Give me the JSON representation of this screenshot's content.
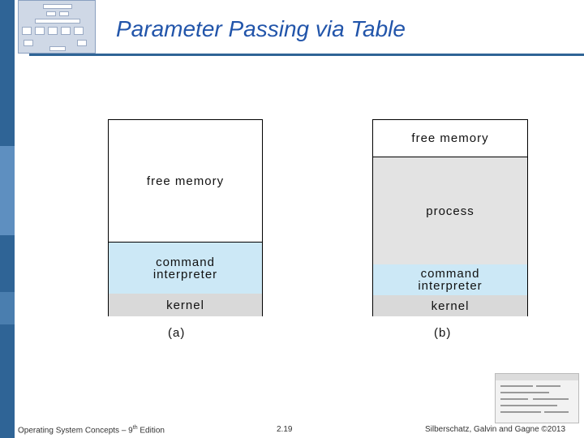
{
  "slide": {
    "title": "Parameter Passing via Table",
    "footer_left": "Operating System Concepts – 9",
    "footer_left_sup": "th",
    "footer_left_tail": " Edition",
    "footer_center": "2.19",
    "footer_right": "Silberschatz, Galvin and Gagne ©2013"
  },
  "diagram_a": {
    "caption": "(a)",
    "segments": [
      {
        "label": "free memory",
        "color": "#ffffff"
      },
      {
        "label": "command interpreter",
        "color": "#cce8f6"
      },
      {
        "label": "kernel",
        "color": "#d9d9d9"
      }
    ]
  },
  "diagram_b": {
    "caption": "(b)",
    "segments": [
      {
        "label": "free memory",
        "color": "#ffffff"
      },
      {
        "label": "process",
        "color": "#e3e3e3"
      },
      {
        "label": "command interpreter",
        "color": "#cce8f6"
      },
      {
        "label": "kernel",
        "color": "#d9d9d9"
      }
    ]
  },
  "colors": {
    "accent": "#2f6496",
    "title": "#2255aa"
  }
}
